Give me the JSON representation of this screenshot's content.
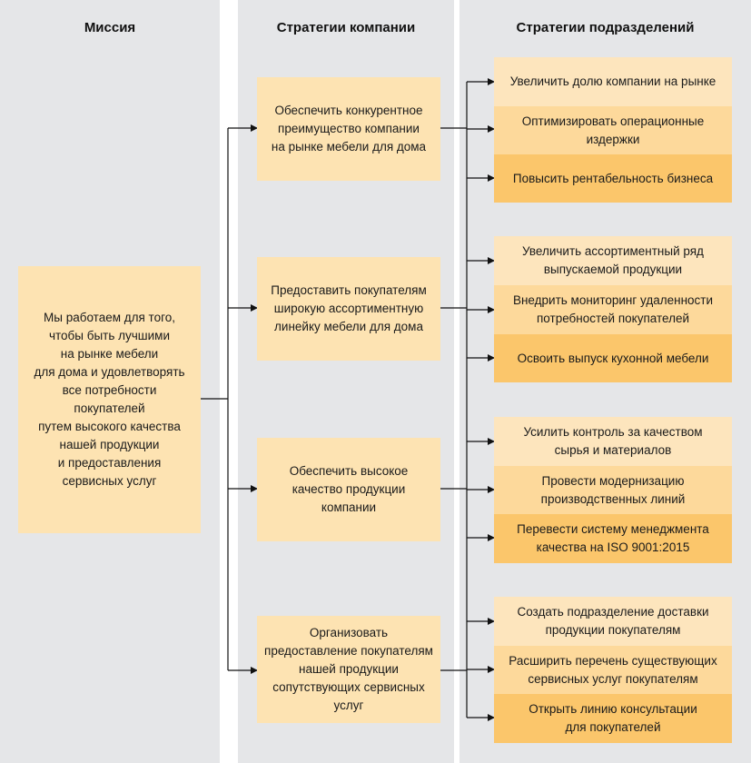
{
  "headers": {
    "mission": "Миссия",
    "company": "Стратегии компании",
    "divisions": "Стратегии подразделений"
  },
  "mission": {
    "text": "Мы работаем для того,\nчтобы быть лучшими\nна рынке мебели\nдля дома и удовлетворять\nвсе потребности покупателей\nпутем высокого качества\nнашей продукции\nи предоставления\nсервисных услуг"
  },
  "company_strategies": [
    {
      "text": "Обеспечить конкурентное\nпреимущество компании\nна рынке мебели для дома"
    },
    {
      "text": "Предоставить покупателям\nширокую ассортиментную\nлинейку мебели для дома"
    },
    {
      "text": "Обеспечить высокое\nкачество продукции\nкомпании"
    },
    {
      "text": "Организовать\nпредоставление покупателям\nнашей продукции\nсопутствующих сервисных услуг"
    }
  ],
  "division_strategies": [
    [
      {
        "text": "Увеличить долю компании на рынке"
      },
      {
        "text": "Оптимизировать операционные\nиздержки"
      },
      {
        "text": "Повысить рентабельность бизнеса"
      }
    ],
    [
      {
        "text": "Увеличить ассортиментный ряд\nвыпускаемой продукции"
      },
      {
        "text": "Внедрить мониторинг удаленности\nпотребностей покупателей"
      },
      {
        "text": "Освоить выпуск кухонной мебели"
      }
    ],
    [
      {
        "text": "Усилить контроль за качеством\nсырья и материалов"
      },
      {
        "text": "Провести модернизацию\nпроизводственных линий"
      },
      {
        "text": "Перевести систему менеджмента\nкачества на ISO 9001:2015"
      }
    ],
    [
      {
        "text": "Создать подразделение доставки\nпродукции покупателям"
      },
      {
        "text": "Расширить перечень существующих\nсервисных услуг покупателям"
      },
      {
        "text": "Открыть линию консультации\nдля покупателей"
      }
    ]
  ],
  "colors": {
    "column_bg": "#e5e6e8",
    "box_light": "#fde5bd",
    "box_mid": "#fdd99b",
    "box_dark": "#fbc66b",
    "line": "#111111"
  }
}
